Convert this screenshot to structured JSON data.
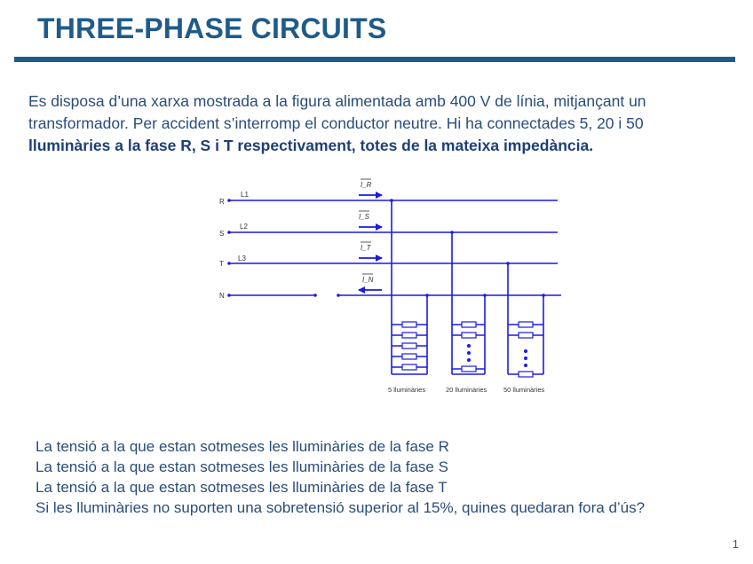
{
  "slide": {
    "title": "THREE-PHASE CIRCUITS",
    "page_number": "1"
  },
  "intro": {
    "line1": "Es disposa d’una xarxa mostrada a la figura alimentada amb 400 V de línia, mitjançant un",
    "line2": "transformador. Per accident s’interromp el conductor neutre. Hi ha connectades 5, 20 i 50",
    "line3": "lluminàries a la fase R, S i T respectivament, totes de la mateixa impedància."
  },
  "diagram": {
    "phases": [
      "R",
      "S",
      "T",
      "N"
    ],
    "lines": [
      "L1",
      "L2",
      "L3"
    ],
    "currents": [
      "I_R",
      "I_S",
      "I_T",
      "I_N"
    ],
    "groups": [
      "5 lluminàries",
      "20 lluminàries",
      "50 lluminàries"
    ],
    "colors": {
      "wire": "#1a1ae6",
      "label": "#333333"
    }
  },
  "questions": [
    "La tensió a la que estan sotmeses les lluminàries de la fase R",
    "La tensió a la que estan sotmeses les lluminàries de la fase S",
    "La tensió a la que estan sotmeses les lluminàries de la fase T",
    "Si les lluminàries no suporten una sobretensió superior al 15%, quines quedaran fora d’ús?"
  ]
}
